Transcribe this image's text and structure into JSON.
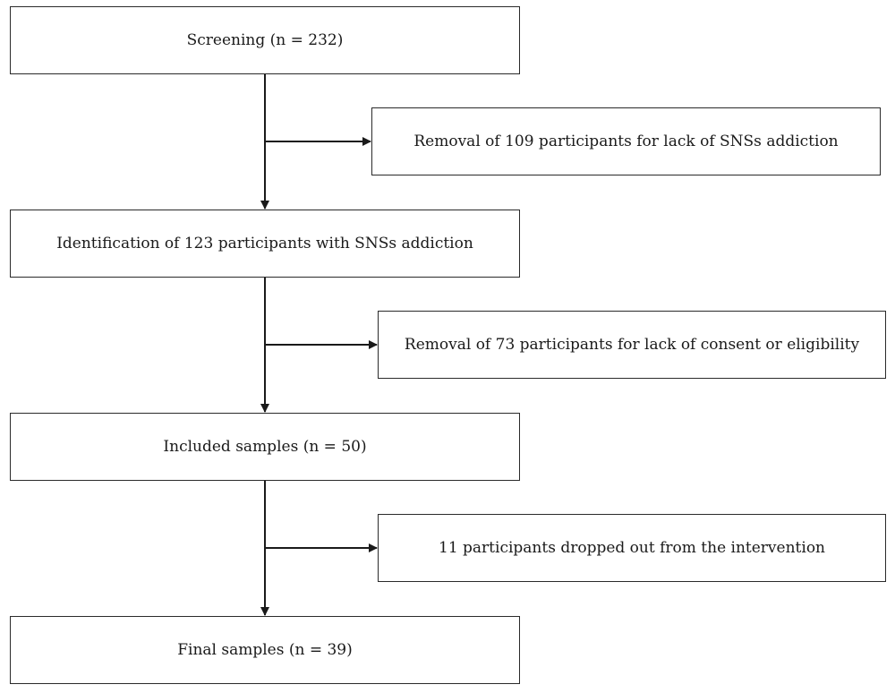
{
  "flow": {
    "main_steps": [
      {
        "label": "Screening (n = 232)"
      },
      {
        "label": "Identification of 123 participants with SNSs addiction"
      },
      {
        "label": "Included samples (n = 50)"
      },
      {
        "label": "Final samples (n = 39)"
      }
    ],
    "side_steps": [
      {
        "label": "Removal of 109 participants for lack of SNSs addiction"
      },
      {
        "label": "Removal of 73 participants for lack of consent or eligibility"
      },
      {
        "label": "11 participants dropped out from the intervention"
      }
    ]
  }
}
